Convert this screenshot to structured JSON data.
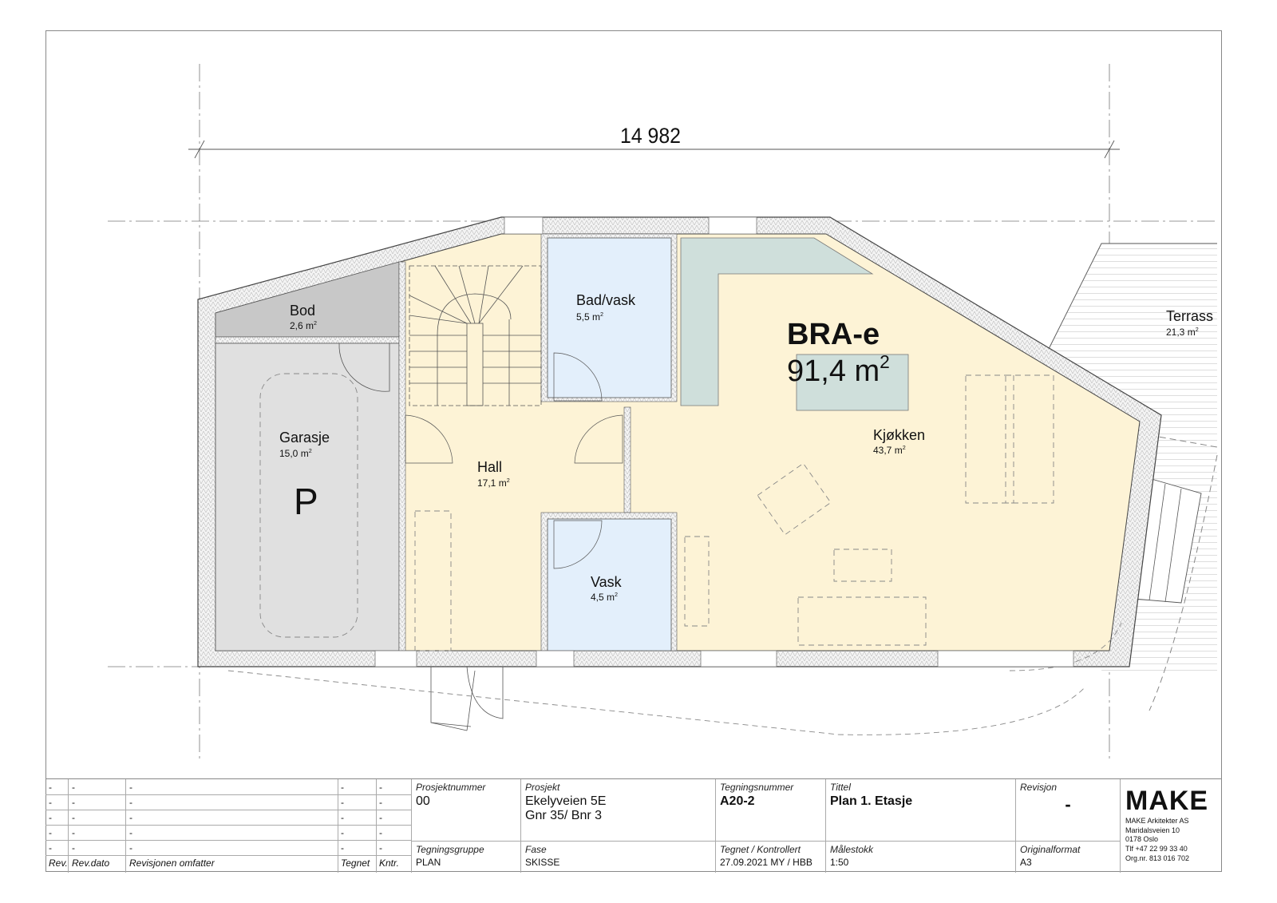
{
  "drawing": {
    "dimension": "14 982",
    "bra": {
      "title": "BRA-e",
      "area": "91,4 m",
      "area_sup": "2"
    },
    "parking_symbol": "P",
    "rooms": [
      {
        "id": "bod",
        "name": "Bod",
        "area": "2,6 m",
        "sup": "2",
        "fill": "#c8c8c8"
      },
      {
        "id": "garasje",
        "name": "Garasje",
        "area": "15,0 m",
        "sup": "2",
        "fill": "#e0e0e0"
      },
      {
        "id": "hall",
        "name": "Hall",
        "area": "17,1 m",
        "sup": "2",
        "fill": "#fdf3d6"
      },
      {
        "id": "bad-vask",
        "name": "Bad/vask",
        "area": "5,5 m",
        "sup": "2",
        "fill": "#e3effb"
      },
      {
        "id": "vask",
        "name": "Vask",
        "area": "4,5 m",
        "sup": "2",
        "fill": "#e3effb"
      },
      {
        "id": "kjokken",
        "name": "Kjøkken",
        "area": "43,7 m",
        "sup": "2",
        "fill": "#fdf3d6"
      },
      {
        "id": "terrasse",
        "name": "Terrass",
        "area": "21,3 m",
        "sup": "2",
        "fill": "#ffffff"
      }
    ],
    "colors": {
      "kitchen_counter": "#cfdfdb",
      "wall_line": "#444444",
      "grid_line": "#777777"
    }
  },
  "title_block": {
    "revisions": {
      "rows": [
        [
          "-",
          "-",
          "-",
          "-",
          "-"
        ],
        [
          "-",
          "-",
          "-",
          "-",
          "-"
        ],
        [
          "-",
          "-",
          "-",
          "-",
          "-"
        ],
        [
          "-",
          "-",
          "-",
          "-",
          "-"
        ],
        [
          "-",
          "-",
          "-",
          "-",
          "-"
        ]
      ],
      "headers": [
        "Rev.",
        "Rev.dato",
        "Revisjonen omfatter",
        "Tegnet",
        "Kntr."
      ]
    },
    "prosjektnummer": {
      "label": "Prosjektnummer",
      "value": "00"
    },
    "prosjekt": {
      "label": "Prosjekt",
      "line1": "Ekelyveien 5E",
      "line2": "Gnr 35/ Bnr 3"
    },
    "tegningsnummer": {
      "label": "Tegningsnummer",
      "value": "A20-2"
    },
    "tittel": {
      "label": "Tittel",
      "value": "Plan 1. Etasje"
    },
    "revisjon": {
      "label": "Revisjon",
      "value": "-"
    },
    "tegningsgruppe": {
      "label": "Tegningsgruppe",
      "value": "PLAN"
    },
    "fase": {
      "label": "Fase",
      "value": "SKISSE"
    },
    "tegnet_kontrollert": {
      "label": "Tegnet / Kontrollert",
      "value": "27.09.2021 MY / HBB"
    },
    "malestokk": {
      "label": "Målestokk",
      "value": "1:50"
    },
    "originalformat": {
      "label": "Originalformat",
      "value": "A3"
    },
    "company": {
      "logo": "MAKE",
      "name": "MAKE Arkitekter AS",
      "address1": "Maridalsveien 10",
      "address2": "0178 Oslo",
      "phone": "Tlf +47 22 99 33 40",
      "org": "Org.nr. 813 016 702"
    }
  }
}
